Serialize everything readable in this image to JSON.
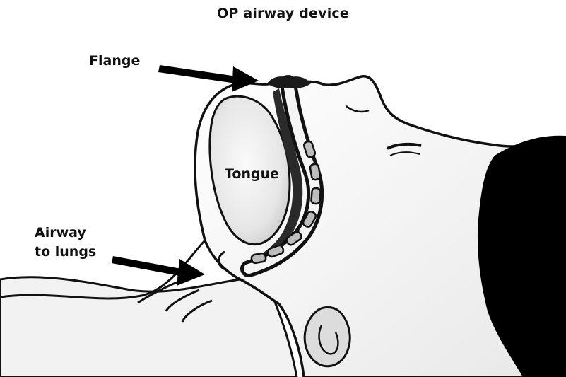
{
  "title": "OP airway device",
  "labels": {
    "flange": "Flange",
    "tongue": "Tongue",
    "airway_line1": "Airway",
    "airway_line2": "to lungs"
  },
  "colors": {
    "ink": "#111111",
    "skin_light": "#f4f4f4",
    "skin_shade": "#d9d9d9",
    "mouth_dark": "#2a2a2a",
    "hair": "#000000"
  }
}
